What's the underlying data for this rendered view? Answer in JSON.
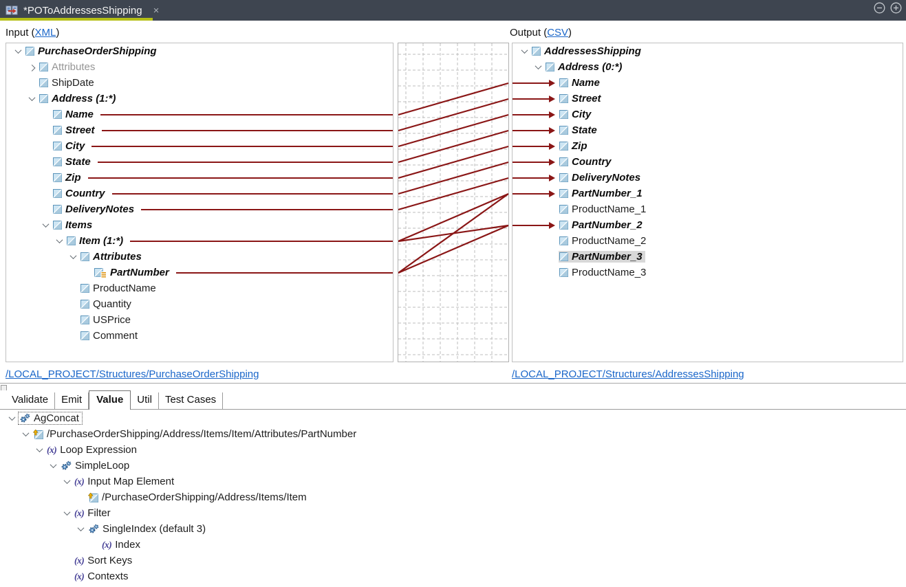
{
  "titlebar": {
    "title": "*POToAddressesShipping",
    "close_glyph": "×"
  },
  "header": {
    "input_prefix": "Input (",
    "input_link": "XML",
    "output_prefix": "Output (",
    "output_link": "CSV",
    "paren_close": ")"
  },
  "footer": {
    "input_path": "/LOCAL_PROJECT/Structures/PurchaseOrderShipping",
    "output_path": "/LOCAL_PROJECT/Structures/AddressesShipping"
  },
  "colors": {
    "accent_tab_underline": "#b5bf17",
    "map_line": "#8a1616",
    "link": "#1a66c9",
    "titlebar_bg": "#3e4550",
    "selection_bg": "#d8d8d8"
  },
  "input_tree": [
    {
      "text": "PurchaseOrderShipping",
      "level": 0,
      "chevron": "down",
      "icon": "element",
      "style": "mapped"
    },
    {
      "text": "Attributes",
      "level": 1,
      "chevron": "right",
      "icon": "element",
      "style": "muted"
    },
    {
      "text": "ShipDate",
      "level": 1,
      "chevron": null,
      "icon": "element",
      "style": "normal"
    },
    {
      "text": "Address (1:*)",
      "level": 1,
      "chevron": "down",
      "icon": "element",
      "style": "mapped"
    },
    {
      "text": "Name",
      "level": 2,
      "chevron": null,
      "icon": "element",
      "style": "mapped",
      "line": true
    },
    {
      "text": "Street",
      "level": 2,
      "chevron": null,
      "icon": "element",
      "style": "mapped",
      "line": true
    },
    {
      "text": "City",
      "level": 2,
      "chevron": null,
      "icon": "element",
      "style": "mapped",
      "line": true
    },
    {
      "text": "State",
      "level": 2,
      "chevron": null,
      "icon": "element",
      "style": "mapped",
      "line": true
    },
    {
      "text": "Zip",
      "level": 2,
      "chevron": null,
      "icon": "element",
      "style": "mapped",
      "line": true
    },
    {
      "text": "Country",
      "level": 2,
      "chevron": null,
      "icon": "element",
      "style": "mapped",
      "line": true
    },
    {
      "text": "DeliveryNotes",
      "level": 2,
      "chevron": null,
      "icon": "element",
      "style": "mapped",
      "line": true
    },
    {
      "text": "Items",
      "level": 2,
      "chevron": "down",
      "icon": "element",
      "style": "mapped"
    },
    {
      "text": "Item (1:*)",
      "level": 3,
      "chevron": "down",
      "icon": "element",
      "style": "mapped",
      "line": true
    },
    {
      "text": "Attributes",
      "level": 4,
      "chevron": "down",
      "icon": "element",
      "style": "mapped"
    },
    {
      "text": "PartNumber",
      "level": 5,
      "chevron": null,
      "icon": "attribute",
      "style": "mapped",
      "line": true
    },
    {
      "text": "ProductName",
      "level": 4,
      "chevron": null,
      "icon": "element",
      "style": "normal"
    },
    {
      "text": "Quantity",
      "level": 4,
      "chevron": null,
      "icon": "element",
      "style": "normal"
    },
    {
      "text": "USPrice",
      "level": 4,
      "chevron": null,
      "icon": "element",
      "style": "normal"
    },
    {
      "text": "Comment",
      "level": 4,
      "chevron": null,
      "icon": "element",
      "style": "normal"
    }
  ],
  "output_tree": [
    {
      "text": "AddressesShipping",
      "level": 0,
      "chevron": "down",
      "icon": "element",
      "style": "mapped"
    },
    {
      "text": "Address (0:*)",
      "level": 1,
      "chevron": "down",
      "icon": "element",
      "style": "mapped"
    },
    {
      "text": "Name",
      "level": 2,
      "chevron": null,
      "icon": "element",
      "style": "mapped",
      "arrow": true
    },
    {
      "text": "Street",
      "level": 2,
      "chevron": null,
      "icon": "element",
      "style": "mapped",
      "arrow": true
    },
    {
      "text": "City",
      "level": 2,
      "chevron": null,
      "icon": "element",
      "style": "mapped",
      "arrow": true
    },
    {
      "text": "State",
      "level": 2,
      "chevron": null,
      "icon": "element",
      "style": "mapped",
      "arrow": true
    },
    {
      "text": "Zip",
      "level": 2,
      "chevron": null,
      "icon": "element",
      "style": "mapped",
      "arrow": true
    },
    {
      "text": "Country",
      "level": 2,
      "chevron": null,
      "icon": "element",
      "style": "mapped",
      "arrow": true
    },
    {
      "text": "DeliveryNotes",
      "level": 2,
      "chevron": null,
      "icon": "element",
      "style": "mapped",
      "arrow": true
    },
    {
      "text": "PartNumber_1",
      "level": 2,
      "chevron": null,
      "icon": "element",
      "style": "mapped",
      "arrow": true
    },
    {
      "text": "ProductName_1",
      "level": 2,
      "chevron": null,
      "icon": "element",
      "style": "normal"
    },
    {
      "text": "PartNumber_2",
      "level": 2,
      "chevron": null,
      "icon": "element",
      "style": "mapped",
      "arrow": true
    },
    {
      "text": "ProductName_2",
      "level": 2,
      "chevron": null,
      "icon": "element",
      "style": "normal"
    },
    {
      "text": "PartNumber_3",
      "level": 2,
      "chevron": null,
      "icon": "element",
      "style": "mapped",
      "selected": true
    },
    {
      "text": "ProductName_3",
      "level": 2,
      "chevron": null,
      "icon": "element",
      "style": "normal"
    }
  ],
  "mappings": [
    {
      "from": "Name",
      "from_row": 4,
      "to": "Name",
      "to_row": 2
    },
    {
      "from": "Street",
      "from_row": 5,
      "to": "Street",
      "to_row": 3
    },
    {
      "from": "City",
      "from_row": 6,
      "to": "City",
      "to_row": 4
    },
    {
      "from": "State",
      "from_row": 7,
      "to": "State",
      "to_row": 5
    },
    {
      "from": "Zip",
      "from_row": 8,
      "to": "Zip",
      "to_row": 6
    },
    {
      "from": "Country",
      "from_row": 9,
      "to": "Country",
      "to_row": 7
    },
    {
      "from": "DeliveryNotes",
      "from_row": 10,
      "to": "DeliveryNotes",
      "to_row": 8
    },
    {
      "from": "Item (1:*)",
      "from_row": 12,
      "to": "PartNumber_1",
      "to_row": 9
    },
    {
      "from": "Item (1:*)",
      "from_row": 12,
      "to": "PartNumber_2",
      "to_row": 11
    },
    {
      "from": "PartNumber",
      "from_row": 14,
      "to": "PartNumber_1",
      "to_row": 9
    },
    {
      "from": "PartNumber",
      "from_row": 14,
      "to": "PartNumber_2",
      "to_row": 11
    }
  ],
  "bottom_tabs": {
    "items": [
      "Validate",
      "Emit",
      "Value",
      "Util",
      "Test Cases"
    ],
    "active": "Value"
  },
  "value_tree": [
    {
      "text": "AgConcat",
      "level": 0,
      "chevron": "down",
      "icon": "gears",
      "style": "normal",
      "focused": true
    },
    {
      "text": "/PurchaseOrderShipping/Address/Items/Item/Attributes/PartNumber",
      "level": 1,
      "chevron": "down",
      "icon": "structure",
      "style": "normal"
    },
    {
      "text": "Loop Expression",
      "level": 2,
      "chevron": "down",
      "icon": "fx",
      "style": "normal"
    },
    {
      "text": "SimpleLoop",
      "level": 3,
      "chevron": "down",
      "icon": "gears",
      "style": "normal"
    },
    {
      "text": "Input Map Element",
      "level": 4,
      "chevron": "down",
      "icon": "fx",
      "style": "normal"
    },
    {
      "text": "/PurchaseOrderShipping/Address/Items/Item",
      "level": 5,
      "chevron": null,
      "icon": "structure",
      "style": "normal"
    },
    {
      "text": "Filter",
      "level": 4,
      "chevron": "down",
      "icon": "fx",
      "style": "normal"
    },
    {
      "text": "SingleIndex (default 3)",
      "level": 5,
      "chevron": "down",
      "icon": "gears",
      "style": "normal"
    },
    {
      "text": "Index",
      "level": 6,
      "chevron": null,
      "icon": "fx",
      "style": "normal"
    },
    {
      "text": "Sort Keys",
      "level": 4,
      "chevron": null,
      "icon": "fx",
      "style": "normal"
    },
    {
      "text": "Contexts",
      "level": 4,
      "chevron": null,
      "icon": "fx",
      "style": "normal"
    }
  ]
}
